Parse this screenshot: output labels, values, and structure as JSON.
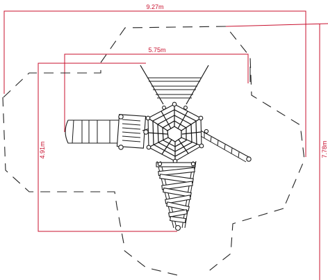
{
  "dimensions": {
    "overall_width": "9.27m",
    "inner_width": "5.75m",
    "depth_left": "4.91m",
    "depth_right": "7.78m"
  },
  "colors": {
    "dimension_lines": "#c8102e",
    "drawing_lines": "#1a1a1a",
    "background": "#ffffff"
  }
}
